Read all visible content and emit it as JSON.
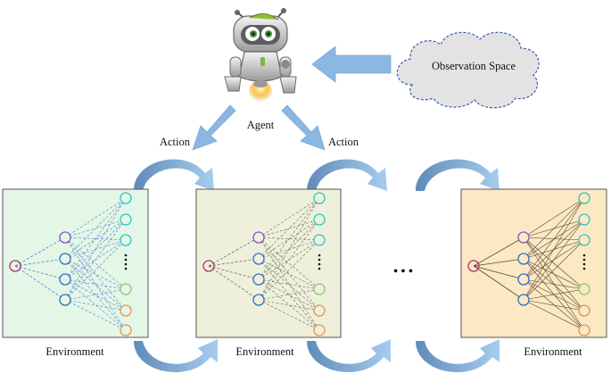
{
  "labels": {
    "agent": "Agent",
    "observation": "Observation Space",
    "action": "Action",
    "environment": "Environment",
    "ellipsis": "• • •"
  },
  "icons": {
    "agent": "robot-agent-icon",
    "observation": "cloud-icon"
  },
  "colors": {
    "arrow": "#8bb8e3",
    "arrow_dark": "#5a87b4",
    "panel1_fill": "#e4f6e6",
    "panel2_fill": "#eef0dc",
    "panel3_fill": "#fbe9c4",
    "node_input": "#b0306b",
    "node_hidden1": "#8e4fd0",
    "node_hidden2": "#2f6fc6",
    "node_out_cyan": "#2cc6c6",
    "node_out_green": "#86cc6a",
    "node_out_orange": "#e39355"
  }
}
